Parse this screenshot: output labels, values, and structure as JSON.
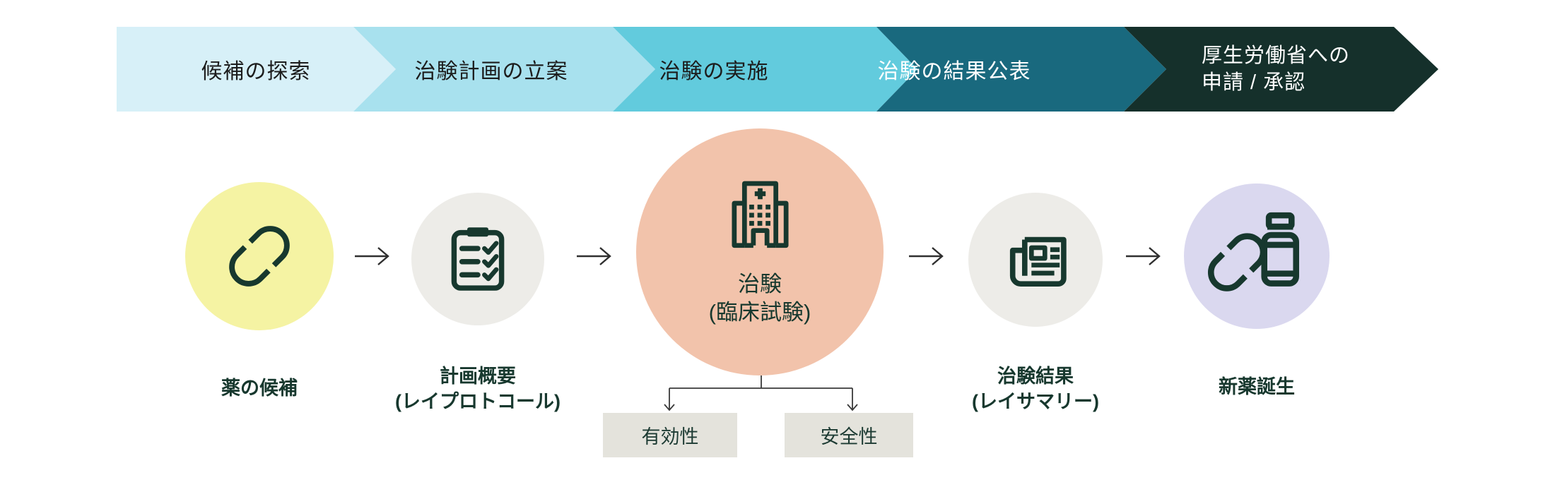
{
  "banner": {
    "steps": [
      {
        "label": "候補の探索",
        "bg": "#d7f0f8",
        "text_color": "#1c1c1c"
      },
      {
        "label": "治験計画の立案",
        "bg": "#a8e1ee",
        "text_color": "#1c1c1c"
      },
      {
        "label": "治験の実施",
        "bg": "#62cbdd",
        "text_color": "#1c1c1c"
      },
      {
        "label": "治験の結果公表",
        "bg": "#19697e",
        "text_color": "#ffffff"
      },
      {
        "label_line1": "厚生労働省への",
        "label_line2": "申請 / 承認",
        "bg": "#15302b",
        "text_color": "#ffffff"
      }
    ]
  },
  "flow": {
    "icon_color": "#17382e",
    "label_color": "#17382e",
    "arrow_color": "#2f2f2f",
    "nodes": [
      {
        "icon": "pill-icon",
        "circle_color": "#f5f3a3",
        "label": "薬の候補"
      },
      {
        "icon": "checklist-icon",
        "circle_color": "#edece8",
        "label_line1": "計画概要",
        "label_line2": "(レイプロトコール)"
      },
      {
        "icon": "hospital-icon",
        "circle_color": "#f2c3ab",
        "title_line1": "治験",
        "title_line2": "(臨床試験)"
      },
      {
        "icon": "newspaper-icon",
        "circle_color": "#edece8",
        "label_line1": "治験結果",
        "label_line2": "(レイサマリー)"
      },
      {
        "icon": "pill-bottle-icon",
        "circle_color": "#dad8ef",
        "label": "新薬誕生"
      }
    ],
    "sub_boxes": [
      {
        "label": "有効性",
        "bg": "#e4e3dc"
      },
      {
        "label": "安全性",
        "bg": "#e4e3dc"
      }
    ]
  }
}
